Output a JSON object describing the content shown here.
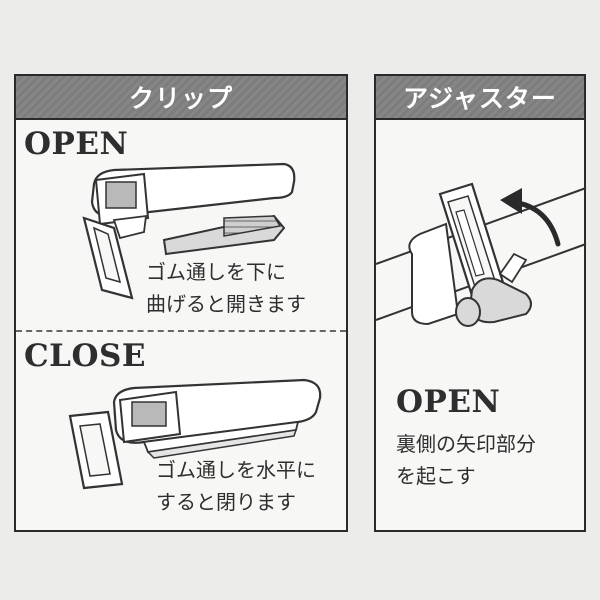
{
  "clip": {
    "header": "クリップ",
    "open": {
      "heading": "OPEN",
      "note_line1": "ゴム通しを下に",
      "note_line2": "曲げると開きます"
    },
    "close": {
      "heading": "CLOSE",
      "note_line1": "ゴム通しを水平に",
      "note_line2": "すると閉ります"
    }
  },
  "adjuster": {
    "header": "アジャスター",
    "heading": "OPEN",
    "note_line1": "裏側の矢印部分",
    "note_line2": "を起こす"
  },
  "colors": {
    "header_bg": "#7d7d7d",
    "panel_bg": "#f7f7f6",
    "page_bg": "#ececeb",
    "ink": "#2e2e2e"
  }
}
